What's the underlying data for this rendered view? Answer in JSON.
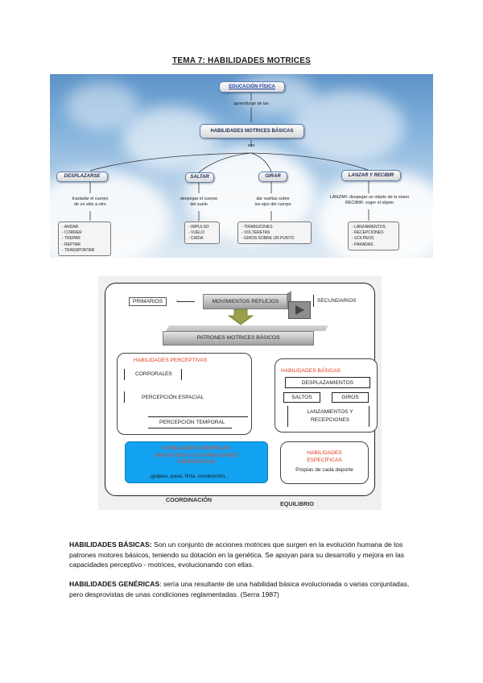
{
  "title": "TEMA 7: HABILIDADES MOTRICES",
  "concept_map": {
    "top": "EDUCACIÓN FÍSICA",
    "connector1": "aprendizaje de las",
    "main": "HABILIDADES MOTRICES BÁSICAS",
    "connector2": "son",
    "branches": [
      {
        "name": "DESPLAZARSE",
        "desc": [
          "trasladar el cuerpo",
          "de un sitio a otro"
        ],
        "items": [
          "- ANDAR",
          "- CORRER",
          "- TREPAR",
          "- REPTAR",
          "- TRANSPORTAR"
        ]
      },
      {
        "name": "SALTAR",
        "desc": [
          "despegar el cuerpo",
          "del suelo"
        ],
        "items": [
          "- IMPULSO",
          "- VUELO",
          "- CAÍDA"
        ]
      },
      {
        "name": "GIRAR",
        "desc": [
          "dar vueltas sobre",
          "los ejes del cuerpo"
        ],
        "items": [
          "- TIRABUZONES",
          "- VOLTERETAS",
          "- GIROS SOBRE UN PUNTO"
        ]
      },
      {
        "name": "LANZAR Y RECIBIR",
        "desc": [
          "LANZAR: despegar un objeto de la mano",
          "RECIBIR: coger el objeto"
        ],
        "items": [
          "- LANZAMIENTOS",
          "- RECEPCIONES",
          "- GOLPEOS",
          "- PARADAS"
        ]
      }
    ]
  },
  "diagram": {
    "primarios": "PRIMARIOS",
    "movimientos": "MOVIMIENTOS REFLEJOS",
    "secundarios": "SECUNDARIOS",
    "patrones": "PATRONES MOTRICES BÁSICOS",
    "perceptivas": {
      "title": "HABILIDADES PERCEPTIVAS",
      "items": [
        "CORPORALES",
        "PERCEPCIÓN ESPACIAL",
        "PERCEPCIÓN TEMPORAL"
      ]
    },
    "basicas": {
      "title": "HABILIDADES BÁSICAS",
      "desplazamientos": "DESPLAZAMIENTOS",
      "saltos": "SALTOS",
      "giros": "GIROS",
      "lanzamientos_1": "LANZAMIENTOS Y",
      "lanzamientos_2": "RECEPCIONES"
    },
    "genericas": {
      "title": "HABILIDADES GENÉRICAS",
      "subtitle_1": "(INICIACIÓN A LAS HABILIDADES",
      "subtitle_2": "ESPECÍFICAS)",
      "examples": "¡golpeo, pase, finta, conducción..."
    },
    "especificas": {
      "title_1": "HABILIDADES",
      "title_2": "ESPECÍFICAS",
      "desc": "Propias de cada deporte"
    },
    "coordinacion": "COORDINACIÓN",
    "equilibrio": "EQUILIBRIO"
  },
  "paragraphs": {
    "p1_term": "HABILIDADES BÁSICAS:",
    "p1_body": " Son un conjunto de acciones motrices que surgen en la evolución humana de los patrones motores básicos, teniendo su dotación en la genética. Se apoyan para su desarrollo y mejora en las capacidades perceptivo - motrices, evolucionando con ellas.",
    "p2_term": "HABILIDADES GENÉRICAS",
    "p2_body": ": sería una resultante de una habilidad básica evolucionada o varias conjuntadas, pero desprovistas de unas condiciones reglamentadas. (Serra 1987)"
  }
}
